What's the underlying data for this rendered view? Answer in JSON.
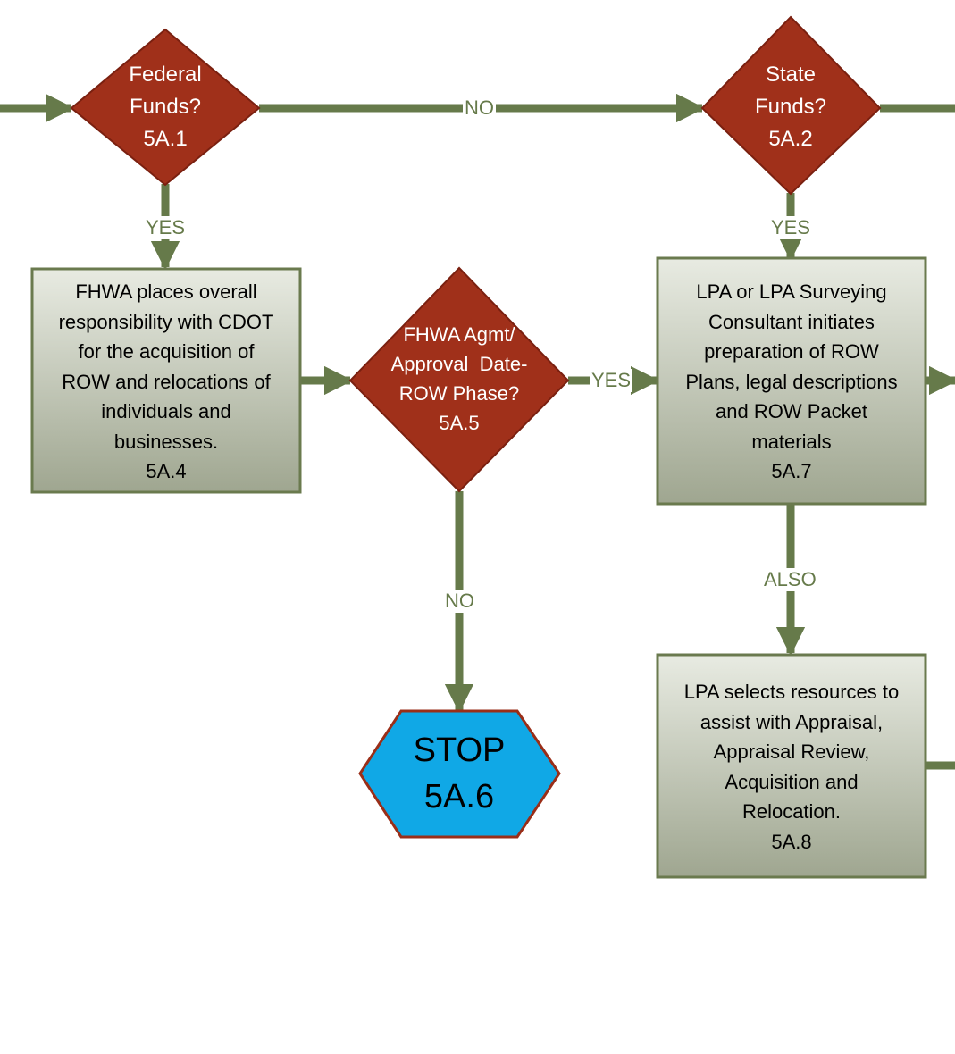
{
  "nodes": {
    "n5a1": {
      "lines": [
        "Federal",
        "Funds?",
        "5A.1"
      ]
    },
    "n5a2": {
      "lines": [
        "State",
        "Funds?",
        "5A.2"
      ]
    },
    "n5a4": {
      "lines": [
        "FHWA places overall",
        "responsibility with CDOT",
        "for the acquisition of",
        "ROW and relocations of",
        "individuals and",
        "businesses.",
        "5A.4"
      ]
    },
    "n5a5": {
      "lines": [
        "FHWA Agmt/",
        "Approval  Date-",
        "ROW Phase?",
        "5A.5"
      ]
    },
    "n5a6": {
      "lines": [
        "STOP",
        "5A.6"
      ]
    },
    "n5a7": {
      "lines": [
        "LPA or LPA Surveying",
        "Consultant initiates",
        "preparation of ROW",
        "Plans, legal descriptions",
        "and ROW Packet",
        "materials",
        "5A.7"
      ]
    },
    "n5a8": {
      "lines": [
        "LPA selects resources to",
        "assist with Appraisal,",
        "Appraisal Review,",
        "Acquisition and",
        "Relocation.",
        "5A.8"
      ]
    }
  },
  "edge_labels": {
    "no_1_2": "NO",
    "yes_1_4": "YES",
    "yes_2_7": "YES",
    "yes_5_7": "YES",
    "no_5_6": "NO",
    "also_7_8": "ALSO"
  },
  "colors": {
    "connector": "#667a4a",
    "decision_fill": "#a0301a",
    "decision_stroke": "#7a2010",
    "process_top": "#e8ebe2",
    "process_bottom": "#9fa690",
    "process_stroke": "#6a7a4e",
    "stop_fill": "#10a8e6",
    "stop_stroke": "#9a2e18"
  }
}
